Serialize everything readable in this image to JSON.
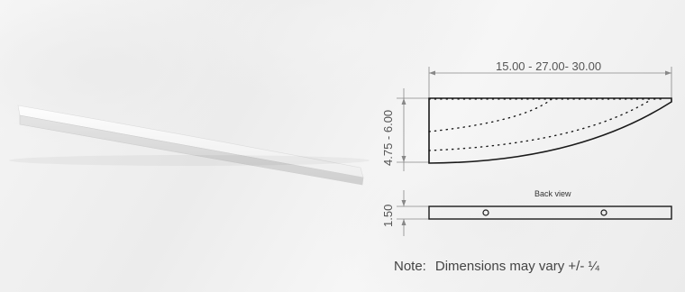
{
  "product_image": {
    "kind": "curved-bar-product-render"
  },
  "drawing": {
    "length_label": "15.00 - 27.00- 30.00",
    "height_label": "4.75 - 6.00",
    "thickness_label": "1.50",
    "back_view_label": "Back view"
  },
  "note": {
    "prefix": "Note:",
    "text": "Dimensions may vary +/- ¼"
  },
  "colors": {
    "line": "#1a1a1a",
    "dim_line": "#888888",
    "product": "#f2f2f2"
  }
}
